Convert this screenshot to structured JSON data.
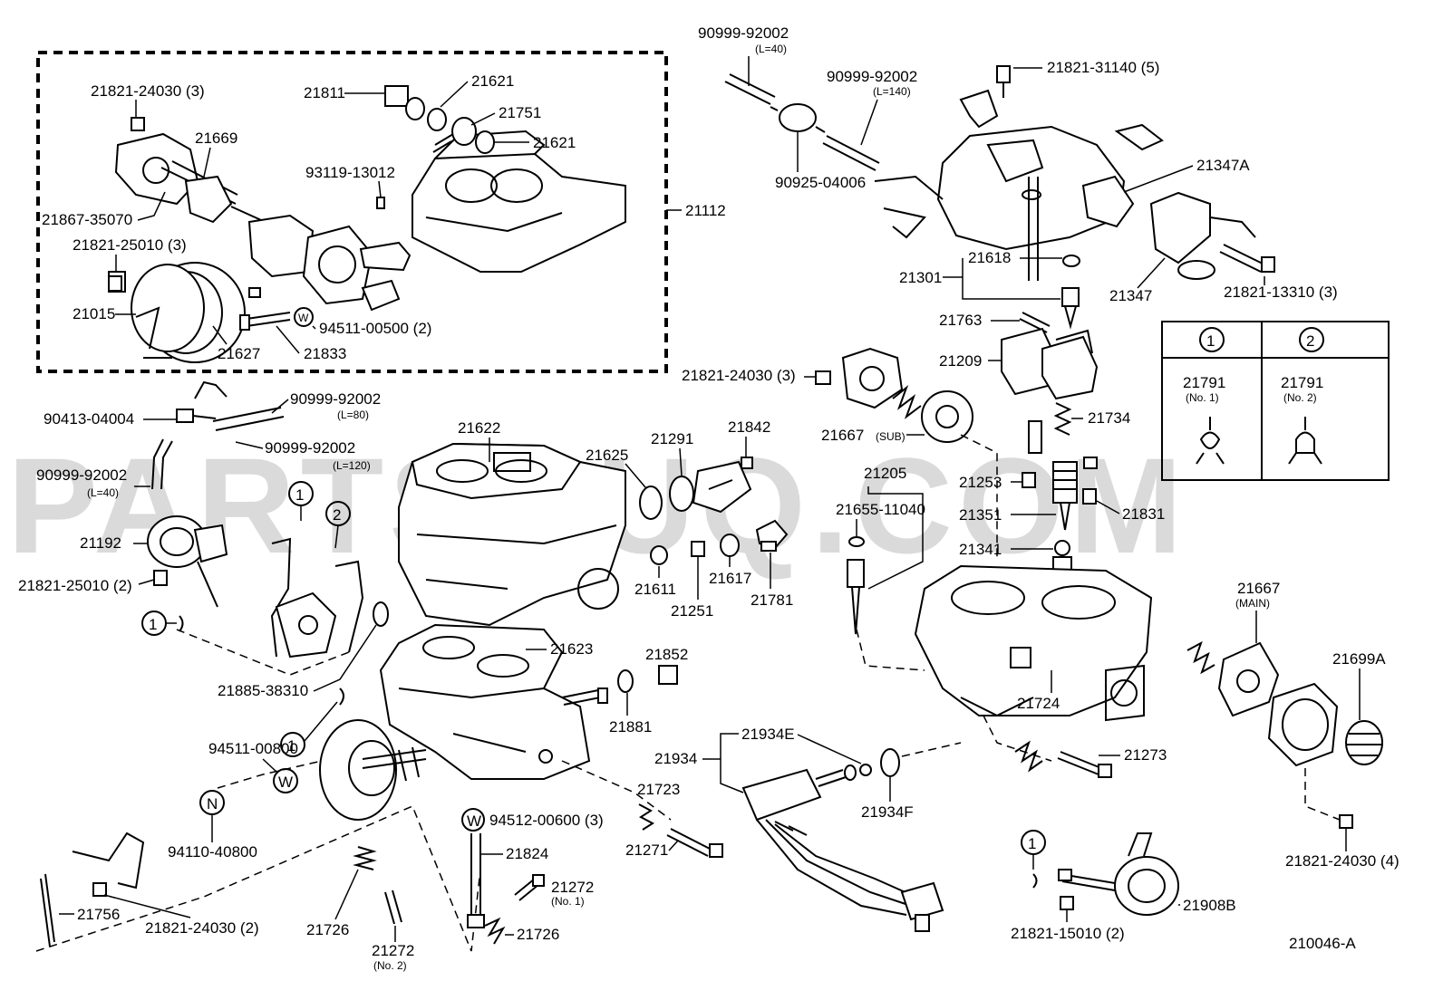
{
  "watermark": "PARTSOUQ.COM",
  "diagram_code": "210046-A",
  "legend": {
    "col1_symbol": "1",
    "col2_symbol": "2",
    "col1_part": "21791",
    "col1_note": "(No. 1)",
    "col2_part": "21791",
    "col2_note": "(No. 2)"
  },
  "symbols": {
    "one": "1",
    "two": "2",
    "w": "W",
    "n": "N"
  },
  "labels": {
    "p21811": "21811",
    "p21621a": "21621",
    "p21751": "21751",
    "p21621b": "21621",
    "p21821_24030_3a": "21821-24030 (3)",
    "p21669": "21669",
    "p93119": "93119-13012",
    "p21867": "21867-35070",
    "p21112": "21112",
    "p21821_25010_3": "21821-25010 (3)",
    "p21015": "21015",
    "p94511_00500": "94511-00500 (2)",
    "p21627": "21627",
    "p21833": "21833",
    "h1": "90999-92002",
    "h1n": "(L=40)",
    "h2": "90999-92002",
    "h2n": "(L=140)",
    "p90925": "90925-04006",
    "p21821_31140": "21821-31140 (5)",
    "p21347A": "21347A",
    "p21301": "21301",
    "p21618": "21618",
    "p21347": "21347",
    "p21821_13310": "21821-13310 (3)",
    "p21763": "21763",
    "p21209": "21209",
    "p21821_24030_3b": "21821-24030 (3)",
    "p21734": "21734",
    "p21667sub": "21667",
    "p21667sub_note": "(SUB)",
    "p90413": "90413-04004",
    "h3": "90999-92002",
    "h3n": "(L=80)",
    "h4": "90999-92002",
    "h4n": "(L=120)",
    "h5": "90999-92002",
    "h5n": "(L=40)",
    "p21622": "21622",
    "p21625": "21625",
    "p21291": "21291",
    "p21842": "21842",
    "p21205": "21205",
    "p21655": "21655-11040",
    "p21253": "21253",
    "p21351": "21351",
    "p21831": "21831",
    "p21341": "21341",
    "p21192": "21192",
    "p21821_25010_2": "21821-25010 (2)",
    "p21611": "21611",
    "p21251": "21251",
    "p21617": "21617",
    "p21781": "21781",
    "p21667main": "21667",
    "p21667main_note": "(MAIN)",
    "p21852": "21852",
    "p21623": "21623",
    "p21885": "21885-38310",
    "p21699A": "21699A",
    "p21724": "21724",
    "p21881": "21881",
    "p21273": "21273",
    "p94511_00800": "94511-00800",
    "p21934E": "21934E",
    "p21934": "21934",
    "p21934F": "21934F",
    "p21723": "21723",
    "p94512": "94512-00600 (3)",
    "p21271": "21271",
    "p94110": "94110-40800",
    "p21824": "21824",
    "p21821_24030_4": "21821-24030 (4)",
    "p21272a": "21272",
    "p21272a_note": "(No. 1)",
    "p21908B": "21908B",
    "p21756": "21756",
    "p21726a": "21726",
    "p21726b": "21726",
    "p21821_24030_2": "21821-24030 (2)",
    "p21272b": "21272",
    "p21272b_note": "(No. 2)",
    "p21821_15010": "21821-15010 (2)"
  }
}
